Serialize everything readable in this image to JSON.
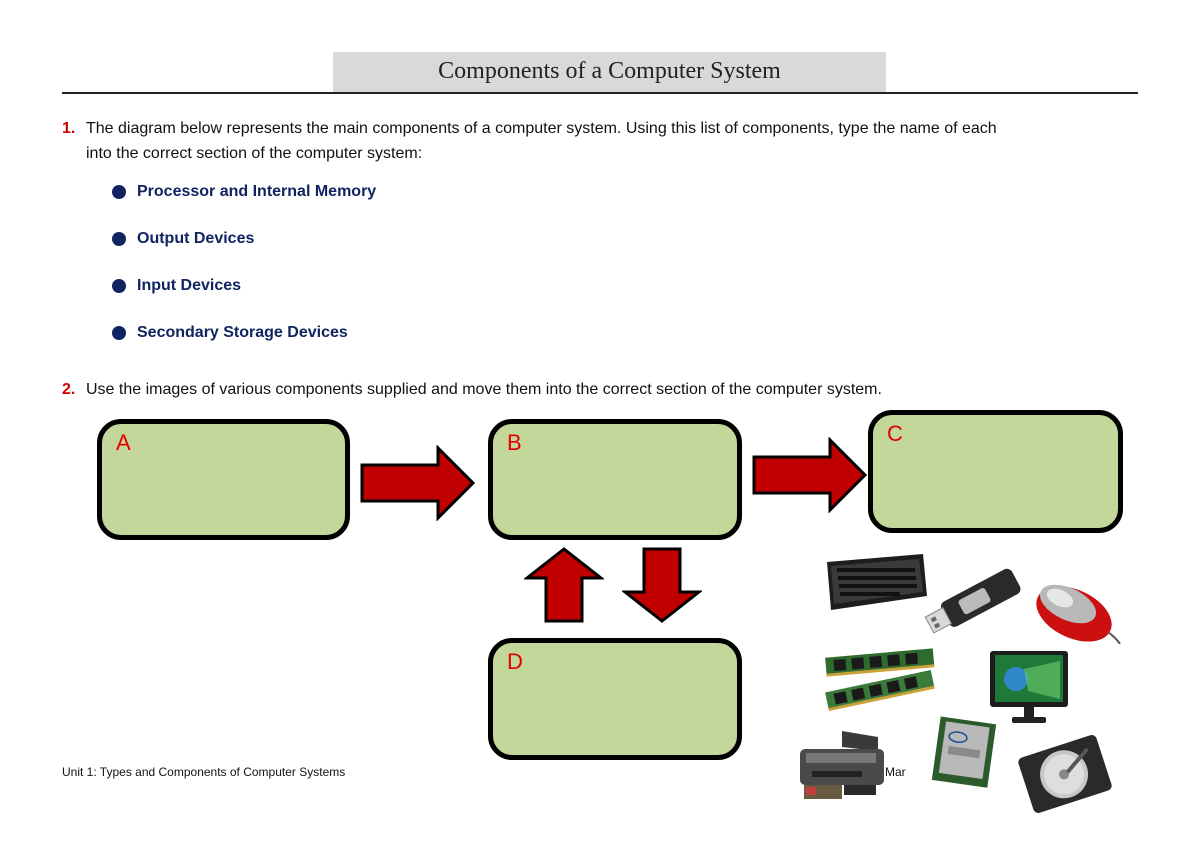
{
  "title": "Components of a Computer System",
  "question1": {
    "number": "1.",
    "line1": "The diagram below represents the main components of a computer system. Using this list of components, type the name of each",
    "line2": "into the correct section of the computer system:",
    "components": [
      "Processor and Internal Memory",
      "Output Devices",
      "Input Devices",
      "Secondary Storage Devices"
    ]
  },
  "question2": {
    "number": "2.",
    "text": "Use the images of various components supplied and move them into the correct section of the computer system."
  },
  "diagram": {
    "box_a": "A",
    "box_b": "B",
    "box_c": "C",
    "box_d": "D",
    "box_fill": "#c4d79b",
    "arrow_fill": "#c00000"
  },
  "footer": {
    "left": "Unit 1: Types and Components of Computer Systems",
    "right_partial": "Mar           ICT Lou"
  },
  "images": [
    "keyboard-image",
    "usb-drive-image",
    "mouse-image",
    "ram-image",
    "monitor-image",
    "processor-chip-image",
    "printer-image",
    "hard-drive-image"
  ]
}
